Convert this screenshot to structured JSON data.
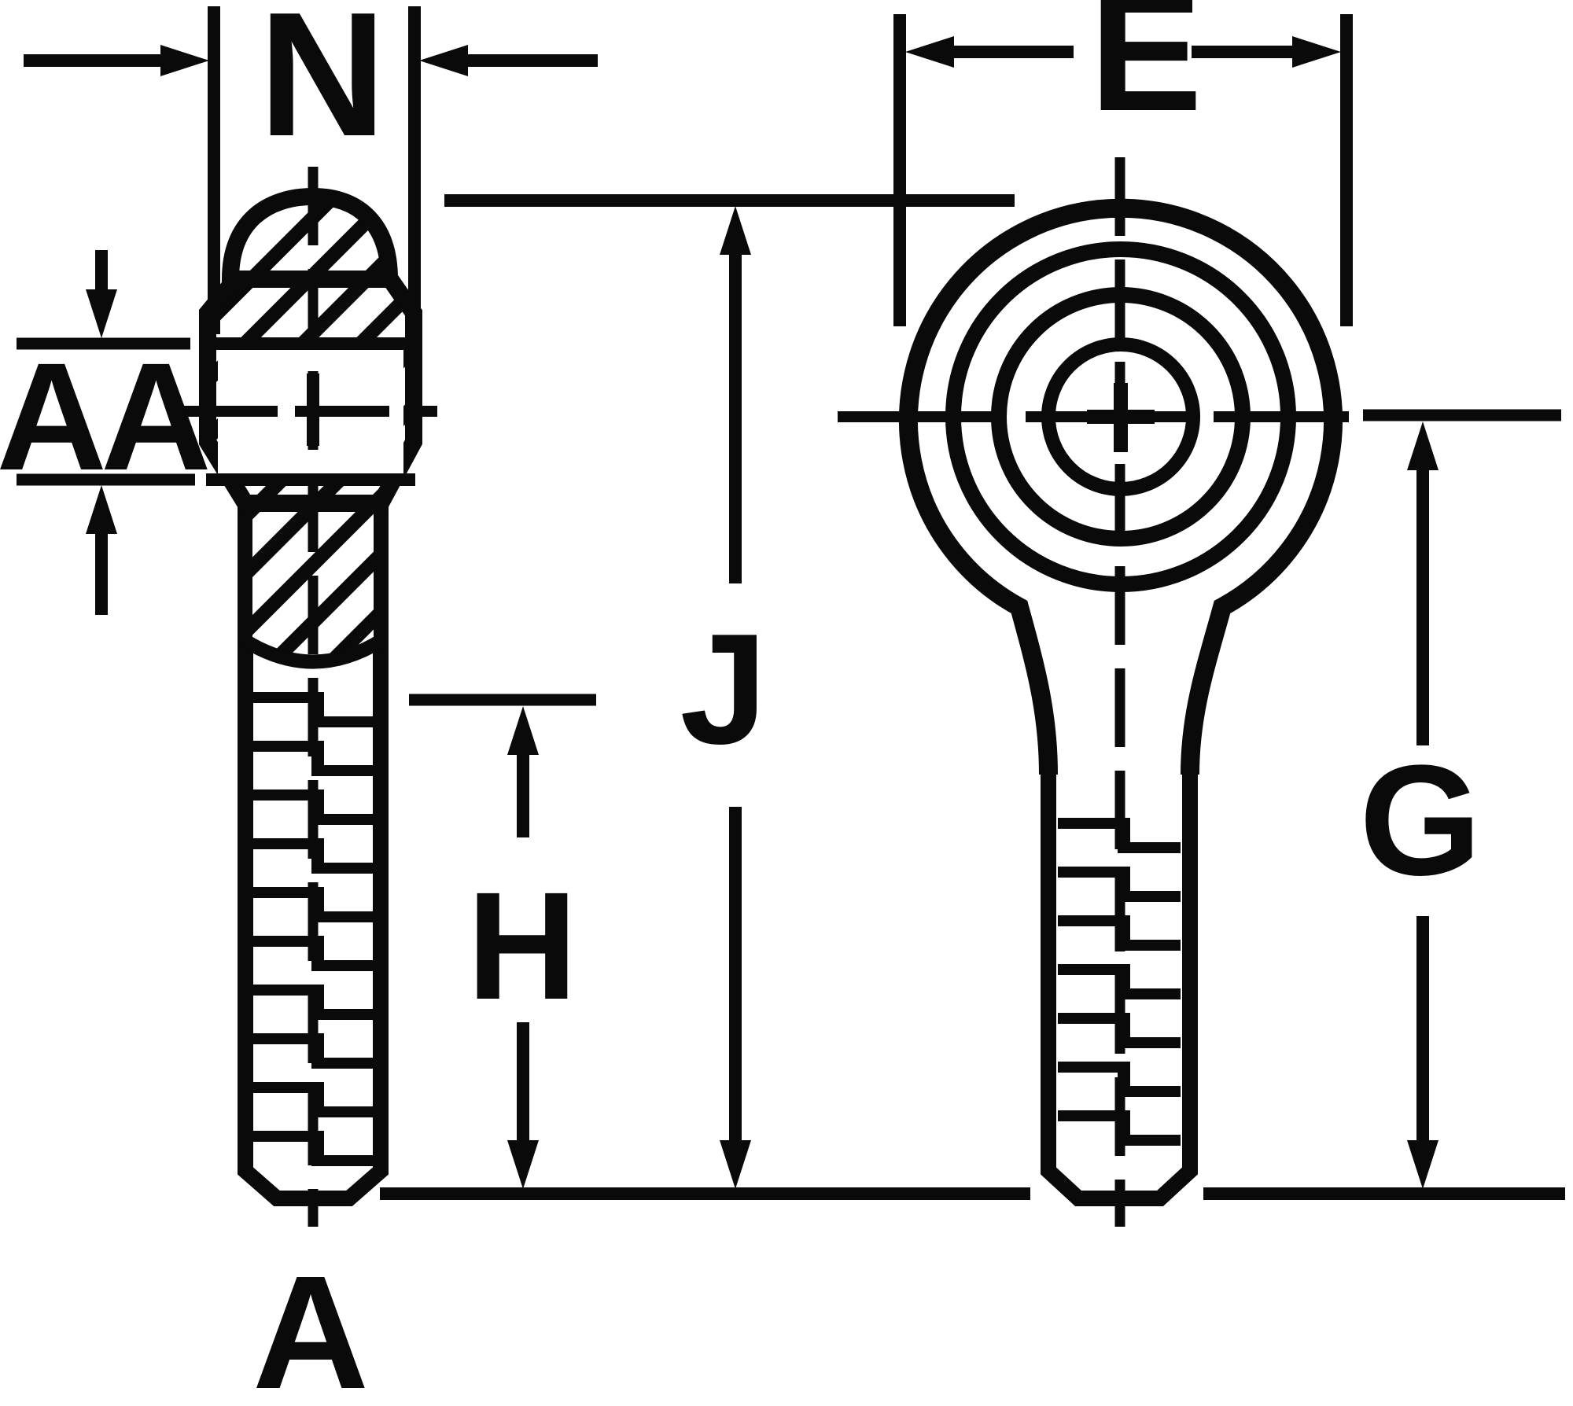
{
  "diagram": {
    "description": "Two-view engineering dimension drawing of a male threaded rod end bearing: sectioned side view (left) and front view with concentric circles (right)",
    "background_color": "#ffffff",
    "ink_color": "#0a0a0a"
  },
  "labels": {
    "n": "N",
    "e": "E",
    "aa": "AA",
    "j": "J",
    "h": "H",
    "g": "G",
    "a": "A"
  }
}
